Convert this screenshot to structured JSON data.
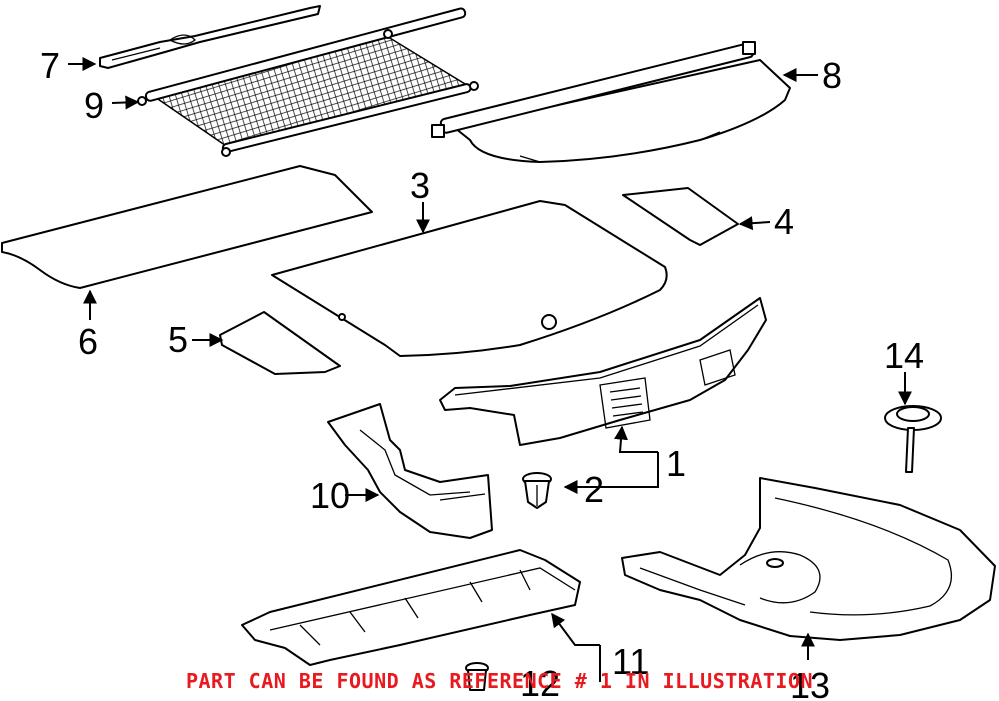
{
  "colors": {
    "line": "#000000",
    "background": "#ffffff",
    "note": "#e8191f"
  },
  "callouts": {
    "c1": "1",
    "c2": "2",
    "c3": "3",
    "c4": "4",
    "c5": "5",
    "c6": "6",
    "c7": "7",
    "c8": "8",
    "c9": "9",
    "c10": "10",
    "c11": "11",
    "c12": "12",
    "c13": "13",
    "c14": "14"
  },
  "note": "PART CAN BE FOUND AS REFERENCE # 1 IN ILLUSTRATION"
}
